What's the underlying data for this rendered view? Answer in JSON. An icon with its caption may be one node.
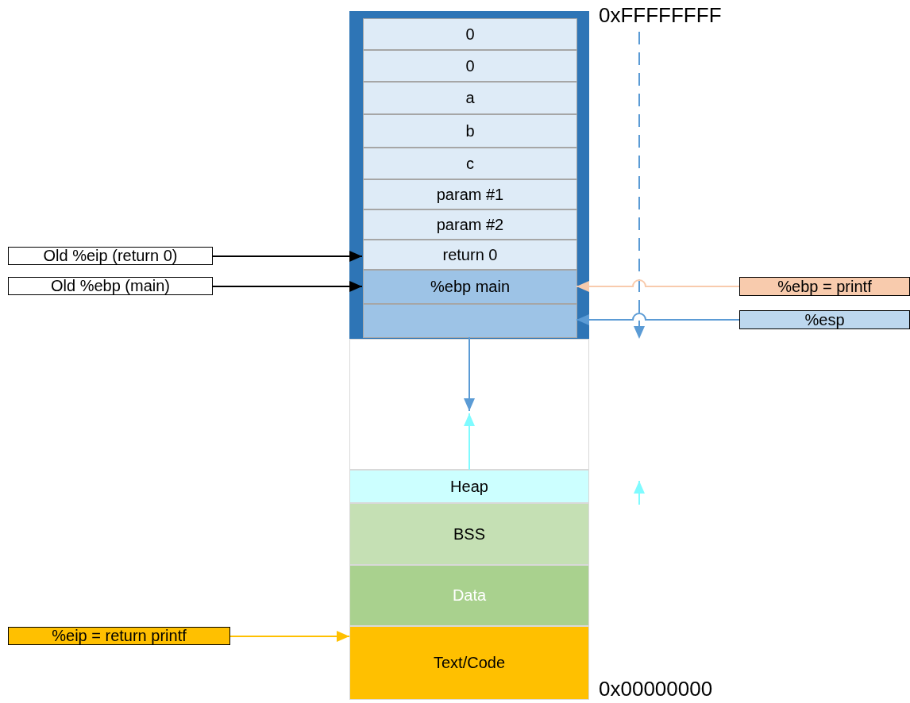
{
  "diagram": {
    "nodes": [
      {
        "text": [],
        "shape": "box"
      },
      {
        "text": [
          "0"
        ],
        "in": 0
      },
      {
        "text": [
          "0"
        ],
        "in": 0
      },
      {
        "text": [
          "a"
        ],
        "in": 0
      },
      {
        "text": [
          "b"
        ],
        "in": 0
      },
      {
        "text": [
          "c"
        ],
        "in": 0
      },
      {
        "text": [
          "param #1"
        ],
        "in": 0
      },
      {
        "text": [
          "param #2"
        ],
        "in": 0
      },
      {
        "text": [
          "return 0"
        ],
        "in": 0
      },
      {
        "text": [
          "%ebp main"
        ],
        "in": 0
      },
      {
        "text": [],
        "shape": "box",
        "in": 0
      },
      {
        "text": [],
        "shape": "box"
      },
      {
        "text": [
          "Heap"
        ]
      },
      {
        "text": [
          "BSS"
        ]
      },
      {
        "text": [
          "Data"
        ]
      },
      {
        "text": [
          "Text/Code"
        ]
      },
      {
        "text": [
          "Old %eip (return 0)"
        ]
      },
      {
        "text": [
          "Old %ebp (main)"
        ]
      },
      {
        "text": [
          "%ebp = printf"
        ]
      },
      {
        "text": [
          "%esp"
        ]
      },
      {
        "text": [
          "%eip = return printf"
        ]
      }
    ],
    "edges": [
      {
        "from": 16,
        "to": 8,
        "arrow": "to"
      },
      {
        "from": 17,
        "to": 9,
        "arrow": "to"
      },
      {
        "from": 18,
        "to": 9,
        "arrow": "to",
        "color": "#f8cbad"
      },
      {
        "from": 19,
        "to": 10,
        "arrow": "to",
        "color": "#5b9bd5"
      },
      {
        "from": 20,
        "to": 15,
        "arrow": "to",
        "color": "#ffc000"
      },
      {
        "from": 10,
        "to": 11,
        "arrow": "to",
        "color": "#5b9bd5"
      },
      {
        "from": 12,
        "to": 11,
        "arrow": "to",
        "color": "#7ffbff"
      }
    ],
    "labels": [
      "0xFFFFFFFF",
      "0x00000000"
    ]
  }
}
